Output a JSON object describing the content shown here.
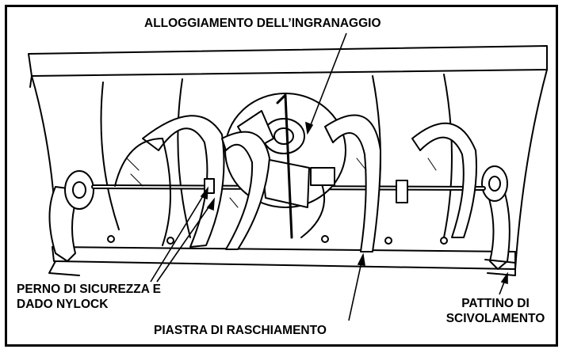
{
  "labels": {
    "gear_housing": "ALLOGGIAMENTO DELL’INGRANAGGIO",
    "shear_pin_line1": "PERNO DI SICUREZZA E",
    "shear_pin_line2": "DADO NYLOCK",
    "scraper_plate": "PIASTRA DI RASCHIAMENTO",
    "skid_shoe_line1": "PATTINO DI",
    "skid_shoe_line2": "SCIVOLAMENTO"
  },
  "colors": {
    "ink": "#000000",
    "paper": "#ffffff"
  }
}
